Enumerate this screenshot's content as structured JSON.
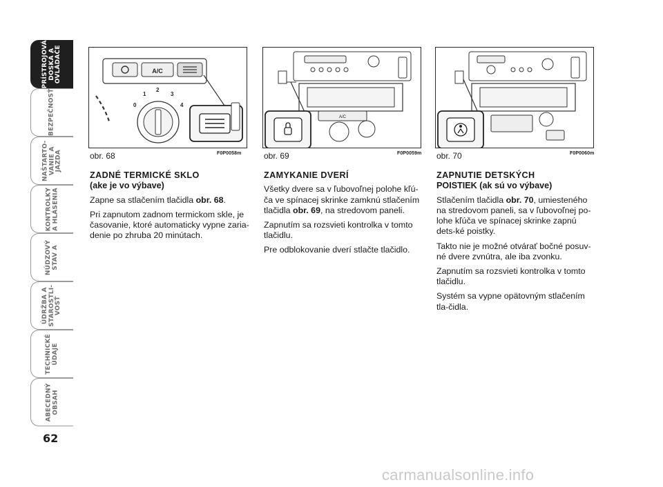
{
  "page_number": "62",
  "tabs": [
    {
      "label": "PRÍSTROJOVÁ\nDOSKA A\nOVLÁDAČE",
      "active": true
    },
    {
      "label": "BEZPEČNOSŤ",
      "active": false
    },
    {
      "label": "NAŠTARTO-\nVANIE A\nJAZDA",
      "active": false
    },
    {
      "label": "KONTROLKY\nA HLÁSENIA",
      "active": false
    },
    {
      "label": "NÚDZOVÝ\nSTAV A",
      "active": false
    },
    {
      "label": "ÚDRŽBA A\nSTAROSTLI-\nVOSŤ",
      "active": false
    },
    {
      "label": "TECHNICKÉ\nÚDAJE",
      "active": false
    },
    {
      "label": "ABECEDNÝ\nOBSAH",
      "active": false
    }
  ],
  "figures": [
    {
      "caption": "obr. 68",
      "code": "F0P0058m",
      "button_text": "A/C",
      "dial_numbers": [
        "0",
        "1",
        "2",
        "3",
        "4"
      ]
    },
    {
      "caption": "obr. 69",
      "code": "F0P0059m",
      "button_text": "A/C"
    },
    {
      "caption": "obr. 70",
      "code": "F0P0060m"
    }
  ],
  "sections": [
    {
      "title_line1": "ZADNÉ TERMICKÉ SKLO",
      "title_line2": "(ake je vo výbave)",
      "p1_before": "Zapne sa stlačením tlačidla ",
      "p1_bold": "obr. 68",
      "p1_after": ".",
      "p2": "Pri zapnutom zadnom termickom skle, je časovanie, ktoré automaticky vypne zaria-denie po zhruba 20 minútach."
    },
    {
      "title_line1": "ZAMYKANIE DVERÍ",
      "p1_before": "Všetky dvere sa v ľubovoľnej polohe kľú-ča ve spínacej skrinke zamknú stlačením tlačidla ",
      "p1_bold": "obr. 69",
      "p1_after": ", na stredovom paneli.",
      "p2": "Zapnutím sa rozsvieti kontrolka v tomto tlačidlu.",
      "p3": "Pre odblokovanie dverí stlačte tlačidlo."
    },
    {
      "title_line1": "ZAPNUTIE DETSKÝCH",
      "title_line2": "POISTIEK (ak sú vo výbave)",
      "p1_before": "Stlačením tlačidla ",
      "p1_bold": "obr. 70",
      "p1_after": ", umiesteného na stredovom paneli, sa v ľubovoľnej po-lohe kľúča ve spínacej skrinke zapnú dets-ké poistky.",
      "p2": "Takto nie je možné otvárať bočné posuv-né dvere zvnútra, ale iba zvonku.",
      "p3": "Zapnutím sa rozsvieti kontrolka v tomto tlačidlu.",
      "p4": "Systém sa vypne opätovným stlačením tla-čidla."
    }
  ],
  "watermark": "carmanualsonline.info"
}
